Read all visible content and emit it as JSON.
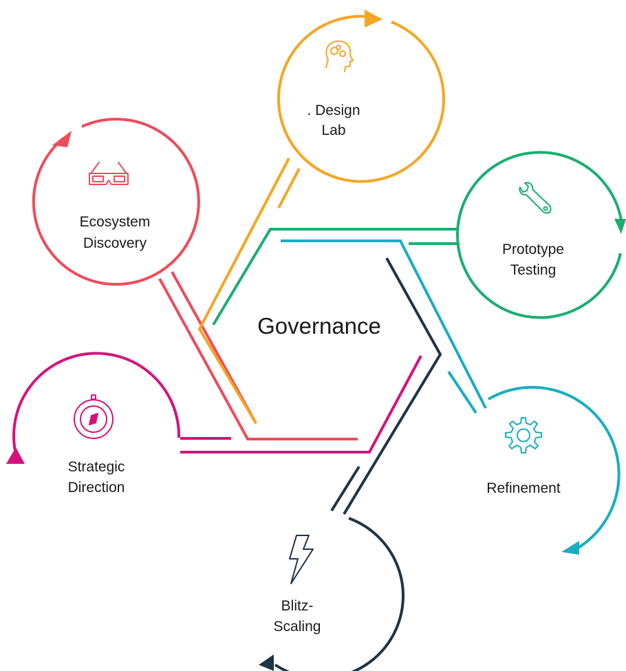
{
  "center": {
    "label": "Governance"
  },
  "nodes": {
    "design_lab": {
      "line1": ". Design",
      "line2": "Lab",
      "color": "#F5A623",
      "icon": "head-gears-icon"
    },
    "ecosystem_discovery": {
      "line1": "Ecosystem",
      "line2": "Discovery",
      "color": "#EF4B59",
      "icon": "3d-glasses-icon"
    },
    "prototype_testing": {
      "line1": "Prototype",
      "line2": "Testing",
      "color": "#1AAE72",
      "icon": "wrench-icon"
    },
    "strategic_direction": {
      "line1": "Strategic",
      "line2": "Direction",
      "color": "#D6117C",
      "icon": "compass-icon"
    },
    "refinement": {
      "line1": "Refinement",
      "color": "#17AEBF",
      "icon": "gear-icon"
    },
    "blitz_scaling": {
      "line1": "Blitz-",
      "line2": "Scaling",
      "color": "#1F3446",
      "icon": "lightning-icon"
    }
  }
}
